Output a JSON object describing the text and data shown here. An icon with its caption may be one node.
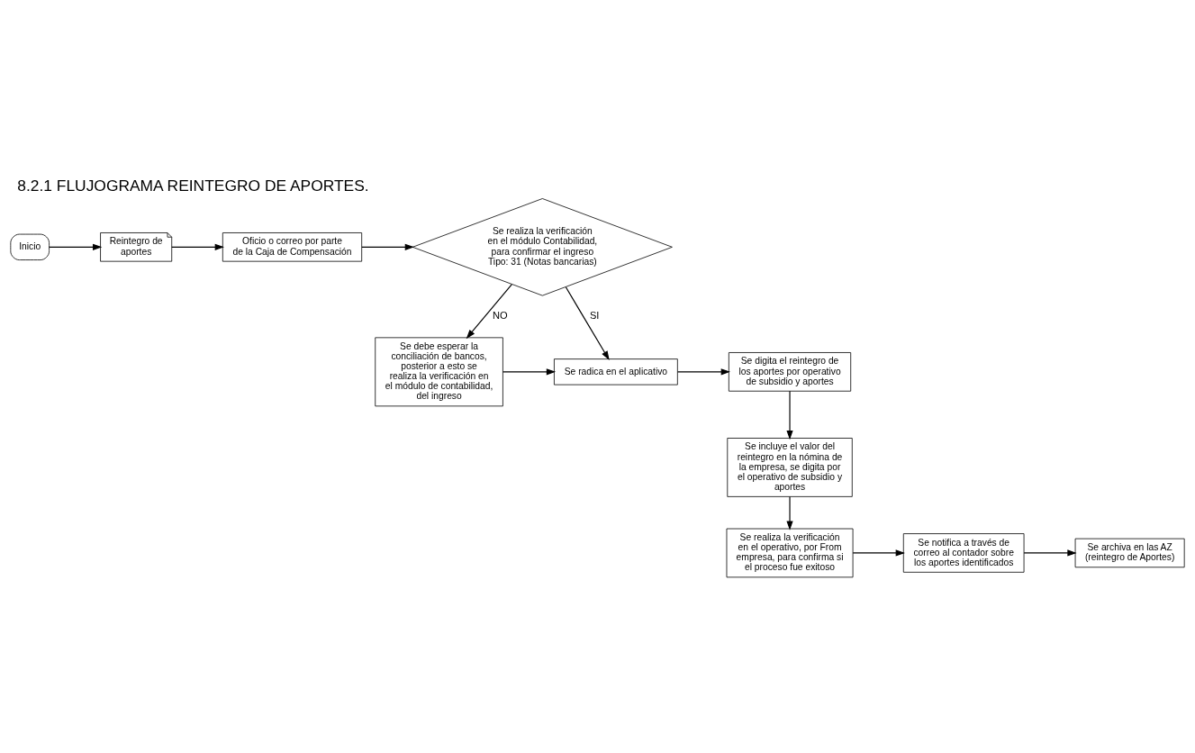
{
  "diagram": {
    "title": "8.2.1 FLUJOGRAMA REINTEGRO DE APORTES.",
    "nodes": [
      {
        "text": [
          "Inicio"
        ]
      },
      {
        "text": [
          "Reintegro de aportes"
        ]
      },
      {
        "text": [
          "Oficio o correo por parte de la Caja de Compensación"
        ]
      },
      {
        "text": [
          "Se realiza la verificación en el módulo Contabilidad, para confirmar el ingreso Tipo: 31 (Notas bancarias)"
        ]
      },
      {
        "text": [
          "Se radica en el aplicativo"
        ]
      },
      {
        "text": [
          "Se digita el reintegro de los aportes por operativo de subsidio y aportes"
        ]
      },
      {
        "text": [
          "Se incluye el valor del reintegro en la nómina de la empresa, se digita por el operativo de subsidio y aportes"
        ]
      },
      {
        "text": [
          "Se realiza la verificación en el operativo, por From empresa, para confirma si el proceso fue exitoso"
        ]
      },
      {
        "text": [
          "Se notifica a través de correo al contador sobre los aportes identificados"
        ]
      },
      {
        "text": [
          "Se archiva en las AZ (reintegro de Aportes)"
        ]
      },
      {
        "text": [
          "Se debe esperar la conciliación de bancos, posterior a esto se realiza la verificación en el módulo de contabilidad, del ingreso"
        ]
      }
    ],
    "edges": [
      {
        "from": 0,
        "to": 1,
        "arrow": "to"
      },
      {
        "from": 1,
        "to": 2,
        "arrow": "to"
      },
      {
        "from": 2,
        "to": 3,
        "arrow": "to"
      },
      {
        "from": 3,
        "to": 4,
        "arrow": "to",
        "label": "SI"
      },
      {
        "from": 3,
        "to": 10,
        "arrow": "to",
        "label": "NO"
      },
      {
        "from": 10,
        "to": 4,
        "arrow": "to"
      },
      {
        "from": 4,
        "to": 5,
        "arrow": "to"
      },
      {
        "from": 5,
        "to": 6,
        "arrow": "to"
      },
      {
        "from": 6,
        "to": 7,
        "arrow": "to"
      },
      {
        "from": 7,
        "to": 8,
        "arrow": "to"
      },
      {
        "from": 8,
        "to": 9,
        "arrow": "to"
      }
    ]
  }
}
